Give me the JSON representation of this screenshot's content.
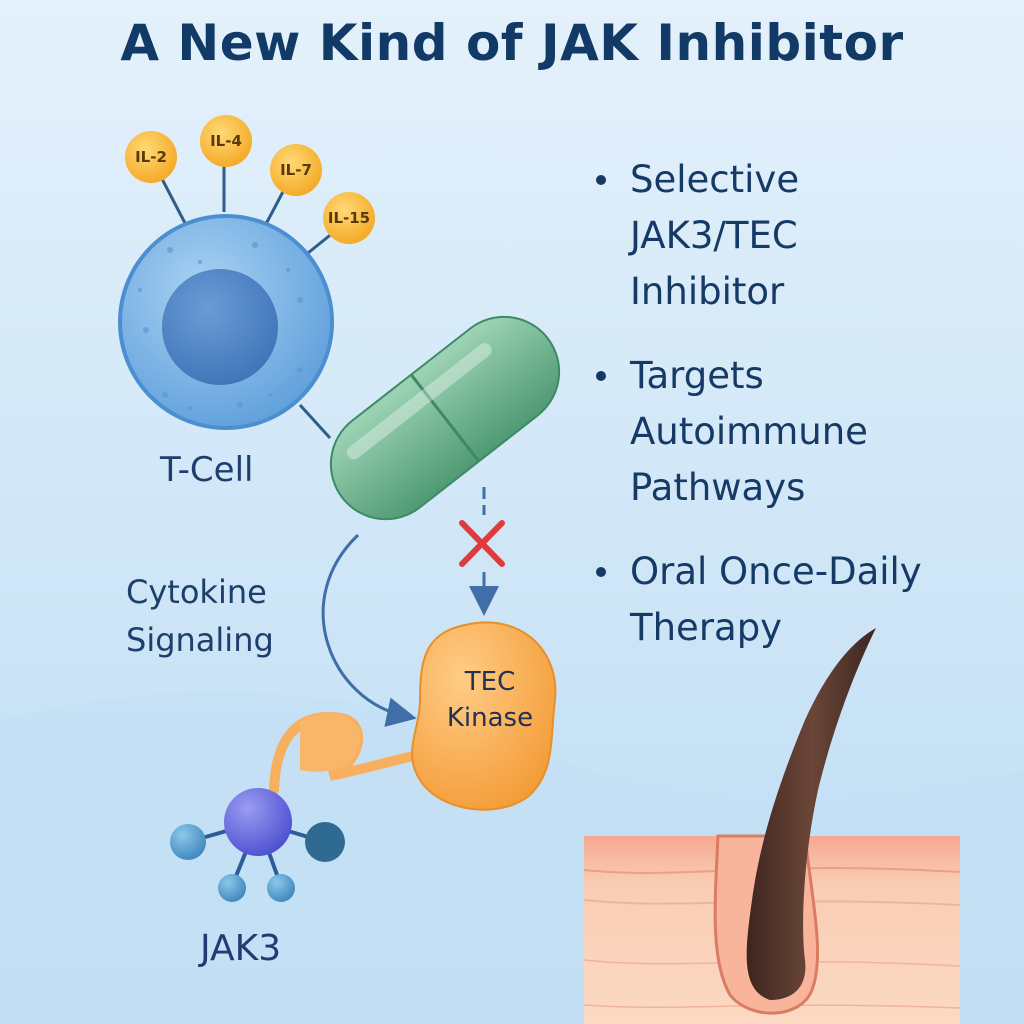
{
  "title": "A New Kind of JAK Inhibitor",
  "cytokines": [
    "IL-2",
    "IL-4",
    "IL-7",
    "IL-15"
  ],
  "labels": {
    "t_cell": "T-Cell",
    "cytokine_signaling": [
      "Cytokine",
      "Signaling"
    ],
    "tec_kinase": [
      "TEC",
      "Kinase"
    ],
    "jak3": "JAK3"
  },
  "bullets": [
    {
      "lines": [
        "Selective",
        "JAK3/TEC",
        "Inhibitor"
      ]
    },
    {
      "lines": [
        "Targets",
        "Autoimmune",
        "Pathways"
      ]
    },
    {
      "lines": [
        "Oral Once-Daily",
        "Therapy"
      ]
    }
  ],
  "colors": {
    "title": "#123a66",
    "text": "#1d3f6b",
    "cell": "#7fb7e6",
    "nucleus": "#4f86c6",
    "capsule": "#5fae86",
    "kinase": "#f7a94a",
    "cytokine": "#f6b73c",
    "jak_node": "#6c6fe0",
    "inhibit_x": "#e03b3b",
    "skin": "#f7c3a7",
    "hair": "#5a3a2e"
  }
}
